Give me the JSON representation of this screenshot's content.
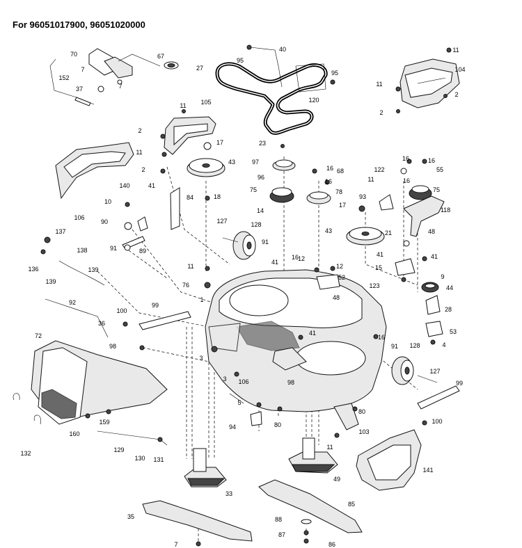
{
  "title": "For 96051017900, 96051020000",
  "callouts": [
    {
      "id": "70",
      "text": "70"
    },
    {
      "id": "67",
      "text": "67"
    },
    {
      "id": "7a",
      "text": "7"
    },
    {
      "id": "152",
      "text": "152"
    },
    {
      "id": "7b",
      "text": "7"
    },
    {
      "id": "37",
      "text": "37"
    },
    {
      "id": "95a",
      "text": "95"
    },
    {
      "id": "40",
      "text": "40"
    },
    {
      "id": "27",
      "text": "27"
    },
    {
      "id": "95b",
      "text": "95"
    },
    {
      "id": "120",
      "text": "120"
    },
    {
      "id": "11a",
      "text": "11"
    },
    {
      "id": "104",
      "text": "104"
    },
    {
      "id": "11b",
      "text": "11"
    },
    {
      "id": "2a",
      "text": "2"
    },
    {
      "id": "2b",
      "text": "2"
    },
    {
      "id": "11c",
      "text": "11"
    },
    {
      "id": "105",
      "text": "105"
    },
    {
      "id": "2c",
      "text": "2"
    },
    {
      "id": "17a",
      "text": "17"
    },
    {
      "id": "11d",
      "text": "11"
    },
    {
      "id": "43a",
      "text": "43"
    },
    {
      "id": "2d",
      "text": "2"
    },
    {
      "id": "23",
      "text": "23"
    },
    {
      "id": "97",
      "text": "97"
    },
    {
      "id": "16a",
      "text": "16"
    },
    {
      "id": "68",
      "text": "68"
    },
    {
      "id": "96",
      "text": "96"
    },
    {
      "id": "16b",
      "text": "16"
    },
    {
      "id": "16c",
      "text": "16"
    },
    {
      "id": "16d",
      "text": "16"
    },
    {
      "id": "122",
      "text": "122"
    },
    {
      "id": "55",
      "text": "55"
    },
    {
      "id": "11e",
      "text": "11"
    },
    {
      "id": "16e",
      "text": "16"
    },
    {
      "id": "75a",
      "text": "75"
    },
    {
      "id": "140",
      "text": "140"
    },
    {
      "id": "41a",
      "text": "41"
    },
    {
      "id": "84",
      "text": "84"
    },
    {
      "id": "75b",
      "text": "75"
    },
    {
      "id": "78",
      "text": "78"
    },
    {
      "id": "93",
      "text": "93"
    },
    {
      "id": "10",
      "text": "10"
    },
    {
      "id": "18",
      "text": "18"
    },
    {
      "id": "17b",
      "text": "17"
    },
    {
      "id": "118",
      "text": "118"
    },
    {
      "id": "14",
      "text": "14"
    },
    {
      "id": "106a",
      "text": "106"
    },
    {
      "id": "90",
      "text": "90"
    },
    {
      "id": "127a",
      "text": "127"
    },
    {
      "id": "128a",
      "text": "128"
    },
    {
      "id": "137",
      "text": "137"
    },
    {
      "id": "21",
      "text": "21"
    },
    {
      "id": "48a",
      "text": "48"
    },
    {
      "id": "43b",
      "text": "43"
    },
    {
      "id": "89",
      "text": "89"
    },
    {
      "id": "91a",
      "text": "91"
    },
    {
      "id": "138",
      "text": "138"
    },
    {
      "id": "136",
      "text": "136"
    },
    {
      "id": "91b",
      "text": "91"
    },
    {
      "id": "41b",
      "text": "41"
    },
    {
      "id": "41c",
      "text": "41"
    },
    {
      "id": "12a",
      "text": "12"
    },
    {
      "id": "16f",
      "text": "16"
    },
    {
      "id": "12b",
      "text": "12"
    },
    {
      "id": "15",
      "text": "15"
    },
    {
      "id": "41d",
      "text": "41"
    },
    {
      "id": "139a",
      "text": "139"
    },
    {
      "id": "11f",
      "text": "11"
    },
    {
      "id": "139b",
      "text": "139"
    },
    {
      "id": "52",
      "text": "52"
    },
    {
      "id": "9",
      "text": "9"
    },
    {
      "id": "76",
      "text": "76"
    },
    {
      "id": "123",
      "text": "123"
    },
    {
      "id": "44",
      "text": "44"
    },
    {
      "id": "1",
      "text": "1"
    },
    {
      "id": "92",
      "text": "92"
    },
    {
      "id": "48b",
      "text": "48"
    },
    {
      "id": "28",
      "text": "28"
    },
    {
      "id": "100a",
      "text": "100"
    },
    {
      "id": "99a",
      "text": "99"
    },
    {
      "id": "36",
      "text": "36"
    },
    {
      "id": "53",
      "text": "53"
    },
    {
      "id": "41e",
      "text": "41"
    },
    {
      "id": "16g",
      "text": "16"
    },
    {
      "id": "4",
      "text": "4"
    },
    {
      "id": "72",
      "text": "72"
    },
    {
      "id": "98a",
      "text": "98"
    },
    {
      "id": "91c",
      "text": "91"
    },
    {
      "id": "128b",
      "text": "128"
    },
    {
      "id": "3a",
      "text": "3"
    },
    {
      "id": "127b",
      "text": "127"
    },
    {
      "id": "3b",
      "text": "3"
    },
    {
      "id": "106b",
      "text": "106"
    },
    {
      "id": "98b",
      "text": "98"
    },
    {
      "id": "99b",
      "text": "99"
    },
    {
      "id": "5",
      "text": "5"
    },
    {
      "id": "80a",
      "text": "80"
    },
    {
      "id": "159",
      "text": "159"
    },
    {
      "id": "94",
      "text": "94"
    },
    {
      "id": "80b",
      "text": "80"
    },
    {
      "id": "100b",
      "text": "100"
    },
    {
      "id": "160",
      "text": "160"
    },
    {
      "id": "103",
      "text": "103"
    },
    {
      "id": "129",
      "text": "129"
    },
    {
      "id": "11g",
      "text": "11"
    },
    {
      "id": "132",
      "text": "132"
    },
    {
      "id": "130",
      "text": "130"
    },
    {
      "id": "131",
      "text": "131"
    },
    {
      "id": "141",
      "text": "141"
    },
    {
      "id": "49",
      "text": "49"
    },
    {
      "id": "33",
      "text": "33"
    },
    {
      "id": "85",
      "text": "85"
    },
    {
      "id": "35",
      "text": "35"
    },
    {
      "id": "88",
      "text": "88"
    },
    {
      "id": "87",
      "text": "87"
    },
    {
      "id": "86",
      "text": "86"
    },
    {
      "id": "7c",
      "text": "7"
    }
  ]
}
